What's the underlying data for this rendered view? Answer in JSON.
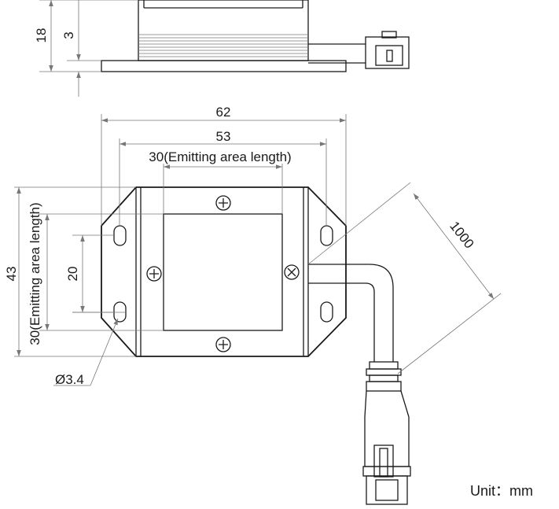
{
  "dimensions": {
    "side_height": "18",
    "side_base": "3",
    "overall_width": "62",
    "hole_pitch_x": "53",
    "emit_length_x": "30(Emitting area length)",
    "overall_height": "43",
    "hole_pitch_y": "20",
    "emit_length_y": "30(Emitting area length)",
    "hole_diameter": "Ø3.4",
    "cable_length": "1000"
  },
  "unit_label": "Unit：mm"
}
